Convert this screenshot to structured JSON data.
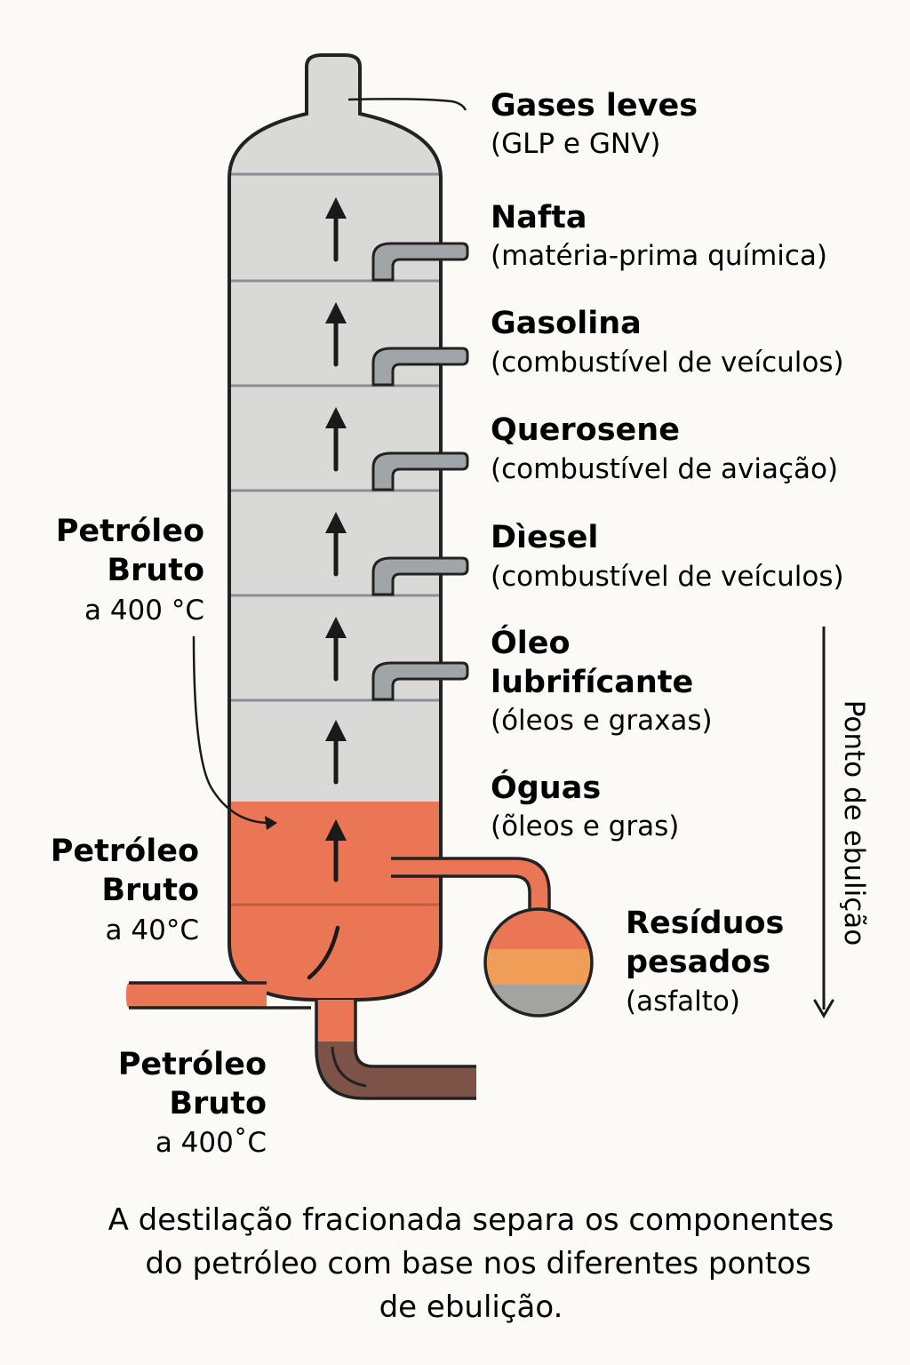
{
  "colors": {
    "background": "#fbfaf6",
    "column_fill": "#d9d9d7",
    "column_stroke": "#222222",
    "tray_line": "#8a8f93",
    "heated_zone": "#ea7656",
    "outlet_pipe": "#a2a5a7",
    "pipe_dark": "#7d5347",
    "residue_band_orange": "#f09d57",
    "residue_band_gray": "#a3a3a0"
  },
  "fractions": [
    {
      "name": "Gases leves",
      "desc": "(GLP e GNV)"
    },
    {
      "name": "Nafta",
      "desc": "(matéria-prima química)"
    },
    {
      "name": "Gasolina",
      "desc": "(combustível de veículos)"
    },
    {
      "name": "Querosene",
      "desc": "(combustível de aviação)"
    },
    {
      "name": "Dìesel",
      "desc": "(combustível de veículos)"
    },
    {
      "name_line1": "Óleo",
      "name_line2": "lubrifícante",
      "desc": "(óleos e graxas)"
    },
    {
      "name": "Óguas",
      "desc": "(õleos e gras)"
    }
  ],
  "residue": {
    "name_line1": "Resíduos",
    "name_line2": "pesados",
    "desc": "(asfalto)"
  },
  "feed_labels": [
    {
      "line1": "Petróleo",
      "line2": "Bruto",
      "temp": "a 400 °C"
    },
    {
      "line1": "Petróleo",
      "line2": "Bruto",
      "temp": "a 40°C"
    },
    {
      "line1": "Petróleo",
      "line2": "Bruto",
      "temp": "a 400˚C"
    }
  ],
  "boiling_axis_label": "Ponto de ebulição",
  "caption": [
    "A destilação fracionada separa os componentes",
    "do petróleo com base nos diferentes pontos",
    "de ebulição."
  ],
  "icons": {
    "vapor_arrow": "arrow-up-icon",
    "boiling_arrow": "arrow-down-icon"
  }
}
